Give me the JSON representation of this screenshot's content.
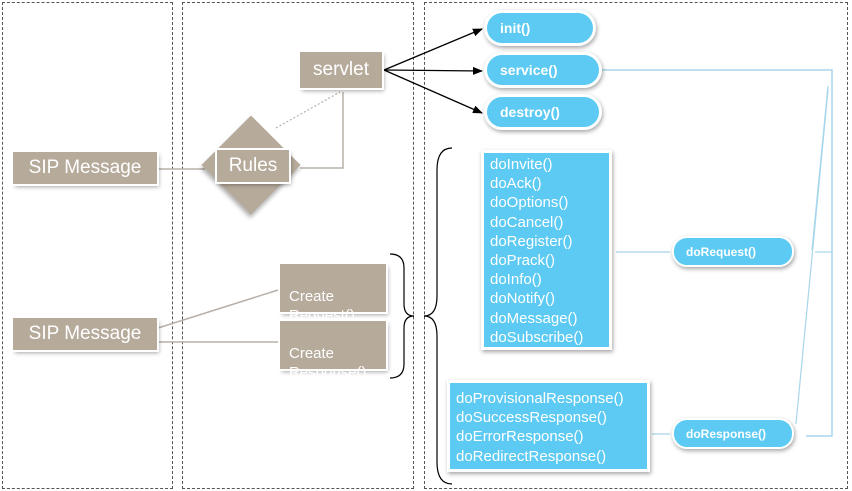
{
  "colors": {
    "tan_box": "#b6aa9b",
    "blue_box": "#5ccaf2",
    "panel_border": "#555555",
    "arrow": "#000000"
  },
  "messages": {
    "sip_message_top": "SIP Message",
    "sip_message_bottom": "SIP Message"
  },
  "container": {
    "rules": "Rules",
    "servlet": "servlet",
    "create_request": "Create\nRequest()",
    "create_response": "Create\nResponse()"
  },
  "lifecycle": {
    "init": "init()",
    "service": "service()",
    "destroy": "destroy()"
  },
  "dispatch": {
    "do_request": "doRequest()",
    "do_response": "doResponse()"
  },
  "request_methods": [
    "doInvite()",
    "doAck()",
    "doOptions()",
    "doCancel()",
    "doRegister()",
    "doPrack()",
    "doInfo()",
    "doNotify()",
    "doMessage()",
    "doSubscribe()"
  ],
  "response_methods": [
    "doProvisionalResponse()",
    "doSuccessResponse()",
    "doErrorResponse()",
    "doRedirectResponse()"
  ]
}
